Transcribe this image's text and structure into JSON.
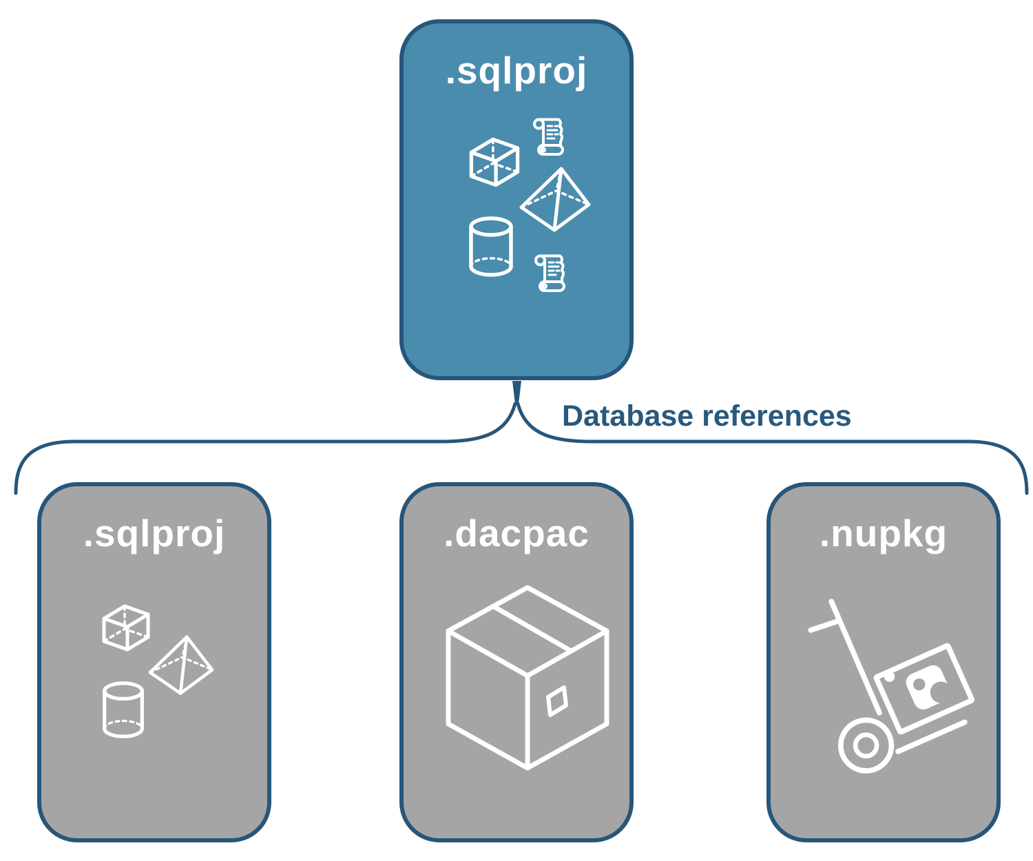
{
  "diagram": {
    "root": {
      "label": ".sqlproj",
      "icons": [
        "cube-icon",
        "script-scroll-icon",
        "pyramid-icon",
        "cylinder-icon",
        "script-scroll-icon"
      ]
    },
    "connector_label": "Database references",
    "children": [
      {
        "label": ".sqlproj",
        "icons": [
          "cube-icon",
          "pyramid-icon",
          "cylinder-icon"
        ]
      },
      {
        "label": ".dacpac",
        "icons": [
          "package-box-icon"
        ]
      },
      {
        "label": ".nupkg",
        "icons": [
          "hand-truck-package-icon"
        ]
      }
    ]
  },
  "colors": {
    "root_fill": "#4A8CAD",
    "child_fill": "#A5A5A5",
    "line": "#27567B",
    "label_text": "#28597E",
    "icon": "#FFFFFF"
  }
}
